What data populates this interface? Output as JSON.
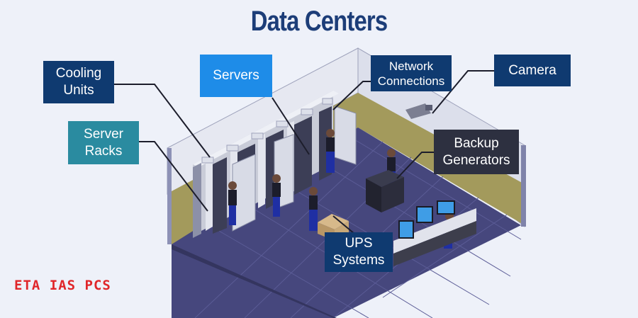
{
  "title": "Data Centers",
  "labels": {
    "cooling_units": "Cooling Units",
    "servers": "Servers",
    "network_connections": "Network Connections",
    "camera": "Camera",
    "server_racks": "Server Racks",
    "backup_generators": "Backup Generators",
    "ups_systems": "UPS Systems"
  },
  "watermark": "ETA IAS PCS",
  "colors": {
    "title": "#1c3d78",
    "label_dark_navy": "#0f3a70",
    "label_bright_blue": "#1e8ce8",
    "label_teal": "#2a8ba0",
    "label_charcoal": "#2d3040",
    "floor": "#46477d",
    "wall_tan": "#a39a5c",
    "watermark": "#e0262a"
  },
  "icons": [
    "security-camera",
    "server-rack",
    "technician",
    "ups-box",
    "monitor-desk",
    "generator"
  ]
}
